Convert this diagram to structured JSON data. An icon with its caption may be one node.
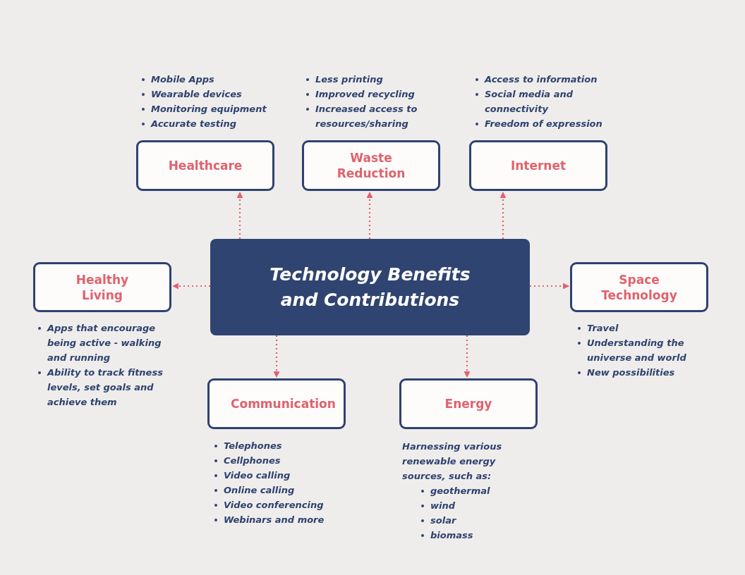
{
  "diagram": {
    "nodes": [
      {
        "text": [
          "Healthcare"
        ],
        "beside": [
          "Mobile Apps",
          "Wearable devices",
          "Monitoring equipment",
          "Accurate testing"
        ]
      },
      {
        "text": [
          "Waste Reduction"
        ],
        "beside": [
          "Less printing",
          "Improved recycling",
          "Increased access to resources/sharing"
        ]
      },
      {
        "text": [
          "Internet"
        ],
        "beside": [
          "Access to information",
          "Social media and connectivity",
          "Freedom of expression"
        ]
      },
      {
        "text": [
          "Healthy Living"
        ],
        "beside": [
          "Apps that encourage being active - walking and running",
          "Ability to track fitness levels, set goals and achieve them"
        ]
      },
      {
        "text": [
          "Technology Benefits and Contributions"
        ]
      },
      {
        "text": [
          "Space Technology"
        ],
        "beside": [
          "Travel",
          "Understanding the universe and world",
          "New possibilities"
        ]
      },
      {
        "text": [
          "Communication"
        ],
        "beside": [
          "Telephones",
          "Cellphones",
          "Video calling",
          "Online calling",
          "Video conferencing",
          "Webinars and more"
        ]
      },
      {
        "text": [
          "Energy"
        ],
        "beside": [
          "Harnessing various renewable energy sources, such as:",
          "geothermal",
          "wind",
          "solar",
          "biomass"
        ]
      }
    ],
    "edges": [
      {
        "from": 4,
        "to": 0,
        "arrow": "to",
        "style": "dashed"
      },
      {
        "from": 4,
        "to": 1,
        "arrow": "to",
        "style": "dashed"
      },
      {
        "from": 4,
        "to": 2,
        "arrow": "to",
        "style": "dashed"
      },
      {
        "from": 4,
        "to": 3,
        "arrow": "to",
        "style": "dashed"
      },
      {
        "from": 4,
        "to": 5,
        "arrow": "to",
        "style": "dashed"
      },
      {
        "from": 4,
        "to": 6,
        "arrow": "to",
        "style": "dashed"
      },
      {
        "from": 4,
        "to": 7,
        "arrow": "to",
        "style": "dashed"
      }
    ]
  }
}
